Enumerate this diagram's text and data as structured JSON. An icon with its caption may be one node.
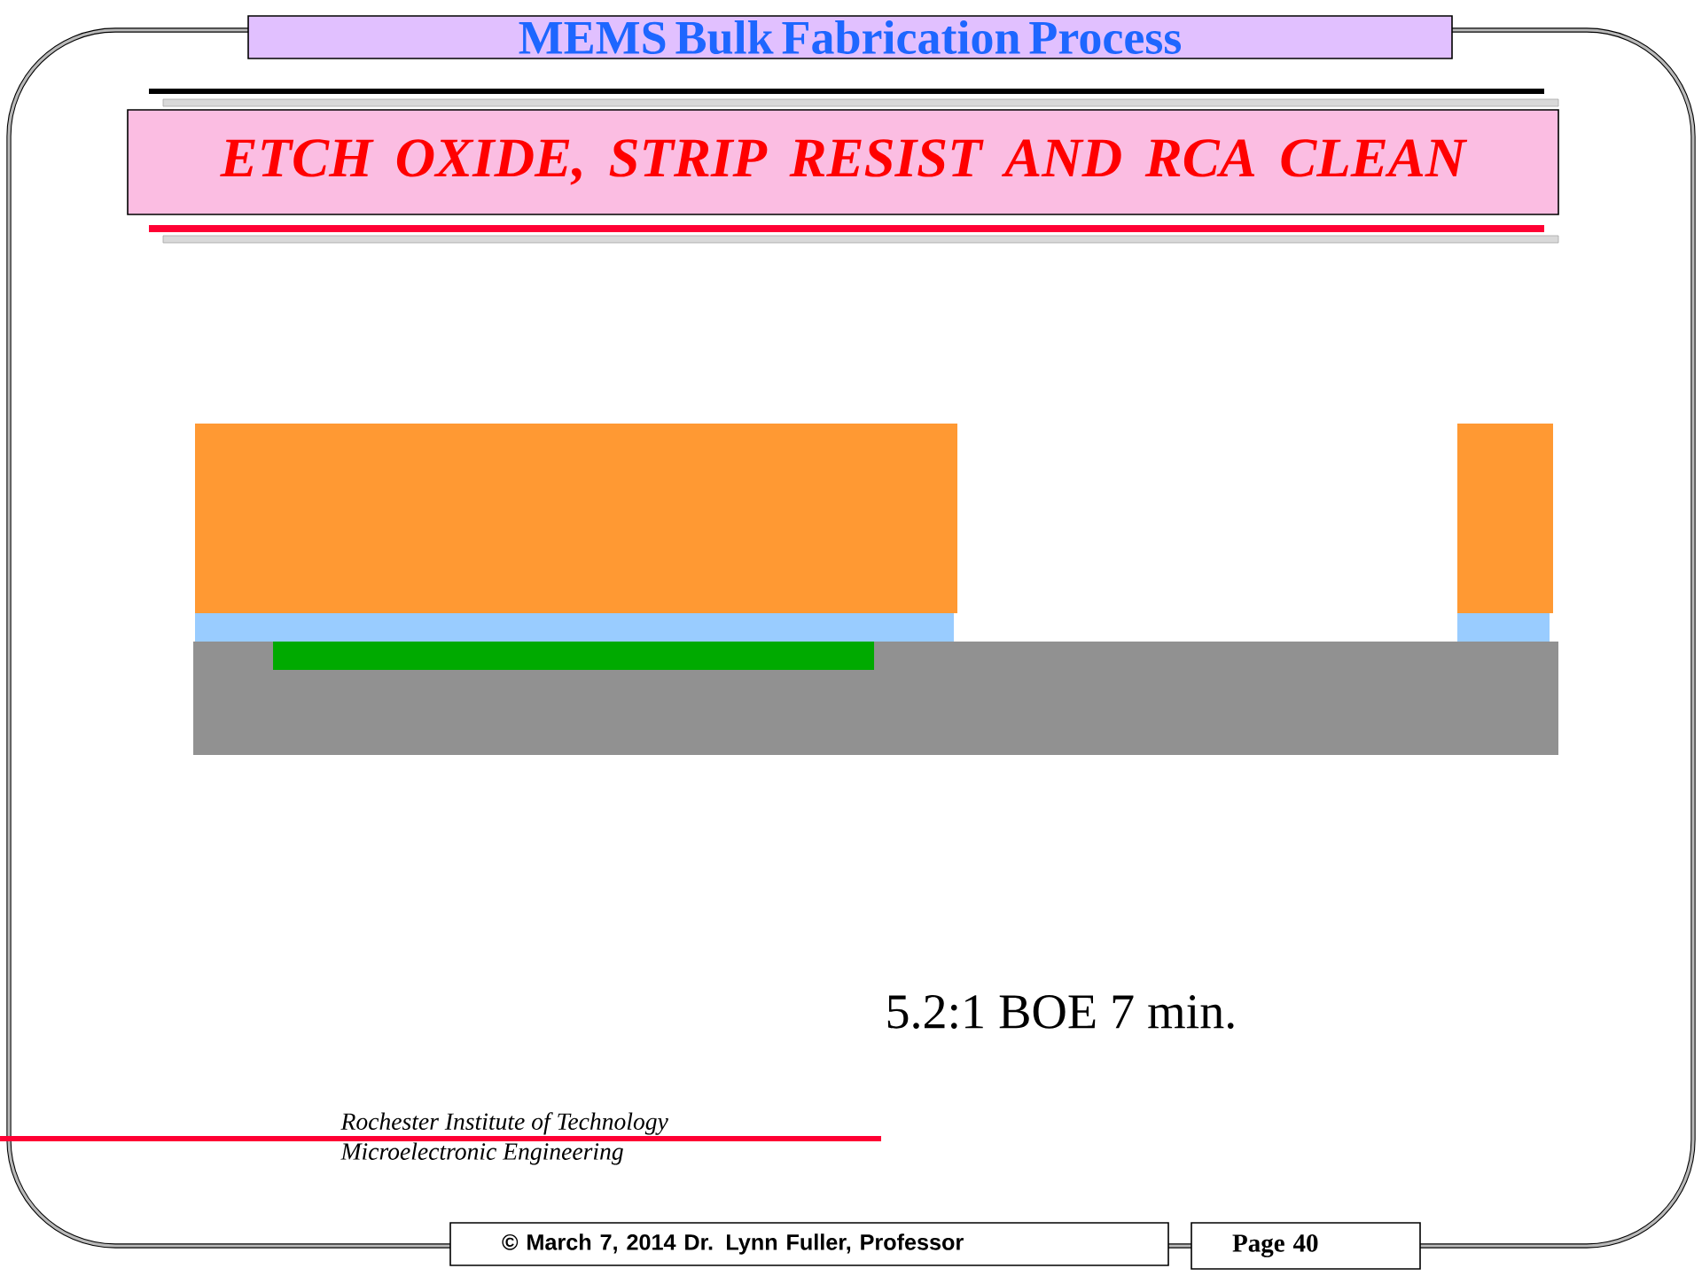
{
  "diagram": {
    "nodes": [
      {
        "text": [
          "MEMS Bulk Fabrication Process"
        ]
      },
      {
        "text": [
          "ETCH OXIDE, STRIP RESIST AND RCA CLEAN"
        ]
      },
      {
        "text": [
          "© March 7, 2014 Dr. Lynn Fuller, Professor"
        ]
      },
      {
        "text": [
          "Page 40"
        ]
      }
    ],
    "labels": [
      "5.2:1 BOE 7 min.",
      "Rochester Institute of Technology",
      "Microelectronic Engineering"
    ]
  }
}
